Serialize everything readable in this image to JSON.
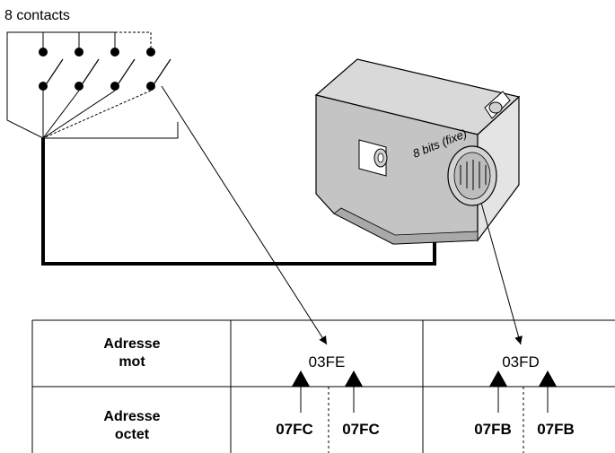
{
  "contacts_label": "8 contacts",
  "module_label": "8 bits (fixe)",
  "table": {
    "word_address_label_line1": "Adresse",
    "word_address_label_line2": "mot",
    "byte_address_label_line1": "Adresse",
    "byte_address_label_line2": "octet",
    "word_address_1": "03FE",
    "word_address_2": "03FD",
    "byte_address_1a": "07FC",
    "byte_address_1b": "07FC",
    "byte_address_2a": "07FB",
    "byte_address_2b": "07FB"
  }
}
